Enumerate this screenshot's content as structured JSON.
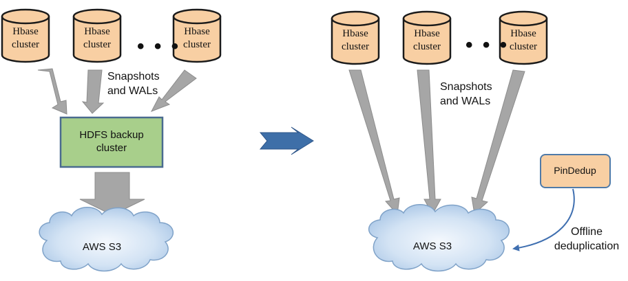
{
  "colors": {
    "cylinder_fill": "#f8cfa3",
    "cylinder_stroke": "#1a1a1a",
    "hdfs_fill": "#a8cf8b",
    "hdfs_stroke": "#4a6b8f",
    "pindedup_fill": "#f8cfa3",
    "pindedup_stroke": "#4f7aa8",
    "arrow_gray": "#a6a6a6",
    "arrow_gray_stroke": "#8c8c8c",
    "cloud_light": "#eaf2fb",
    "cloud_mid": "#b8d2ec",
    "cloud_stroke": "#7fa2c8",
    "transition_arrow": "#3e6fa8",
    "curve_arrow": "#3f6fb0"
  },
  "left": {
    "clusters": [
      {
        "line1": "Hbase",
        "line2": "cluster"
      },
      {
        "line1": "Hbase",
        "line2": "cluster"
      },
      {
        "line1": "Hbase",
        "line2": "cluster"
      }
    ],
    "dots": "• • •",
    "flow_label_1": "Snapshots",
    "flow_label_2": "and WALs",
    "hdfs_line1": "HDFS backup",
    "hdfs_line2": "cluster",
    "storage_label": "AWS S3"
  },
  "right": {
    "clusters": [
      {
        "line1": "Hbase",
        "line2": "cluster"
      },
      {
        "line1": "Hbase",
        "line2": "cluster"
      },
      {
        "line1": "Hbase",
        "line2": "cluster"
      }
    ],
    "dots": "• • •",
    "flow_label_1": "Snapshots",
    "flow_label_2": "and WALs",
    "storage_label": "AWS S3",
    "dedup_box_label": "PinDedup",
    "dedup_label_1": "Offline",
    "dedup_label_2": "deduplication"
  },
  "transition_icon": "right-chevron-arrow"
}
